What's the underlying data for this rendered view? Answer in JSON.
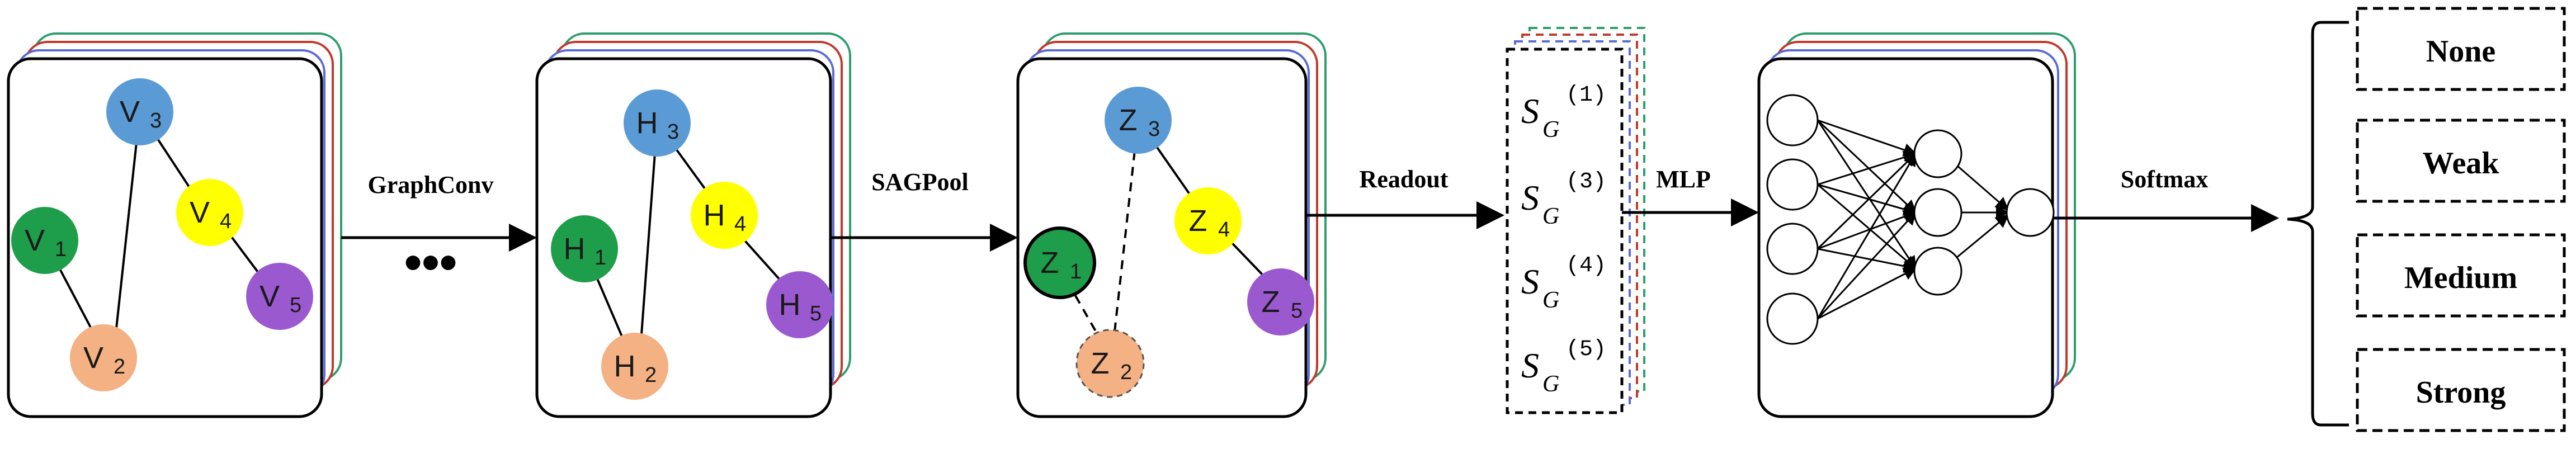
{
  "graph_panels": [
    {
      "nodes": [
        {
          "main": "V",
          "sub": "3",
          "color": "#5b9bd5"
        },
        {
          "main": "V",
          "sub": "1",
          "color": "#1e9e4a"
        },
        {
          "main": "V",
          "sub": "4",
          "color": "#ffff00"
        },
        {
          "main": "V",
          "sub": "5",
          "color": "#9b59d0"
        },
        {
          "main": "V",
          "sub": "2",
          "color": "#f4b183"
        }
      ]
    },
    {
      "nodes": [
        {
          "main": "H",
          "sub": "3",
          "color": "#5b9bd5"
        },
        {
          "main": "H",
          "sub": "1",
          "color": "#1e9e4a"
        },
        {
          "main": "H",
          "sub": "4",
          "color": "#ffff00"
        },
        {
          "main": "H",
          "sub": "5",
          "color": "#9b59d0"
        },
        {
          "main": "H",
          "sub": "2",
          "color": "#f4b183"
        }
      ]
    },
    {
      "nodes": [
        {
          "main": "Z",
          "sub": "3",
          "color": "#5b9bd5"
        },
        {
          "main": "Z",
          "sub": "1",
          "color": "#1e9e4a"
        },
        {
          "main": "Z",
          "sub": "4",
          "color": "#ffff00"
        },
        {
          "main": "Z",
          "sub": "5",
          "color": "#9b59d0"
        },
        {
          "main": "Z",
          "sub": "2",
          "color": "#f4b183"
        }
      ]
    }
  ],
  "operations": {
    "graphconv": "GraphConv",
    "ellipsis": "•••",
    "sagpool": "SAGPool",
    "readout": "Readout",
    "mlp": "MLP",
    "softmax": "Softmax"
  },
  "readout_vectors": [
    {
      "main": "S",
      "sub": "G",
      "sup": "(1)"
    },
    {
      "main": "S",
      "sub": "G",
      "sup": "(3)"
    },
    {
      "main": "S",
      "sub": "G",
      "sup": "(4)"
    },
    {
      "main": "S",
      "sub": "G",
      "sup": "(5)"
    }
  ],
  "classes": [
    "None",
    "Weak",
    "Medium",
    "Strong"
  ],
  "stack_colors": [
    "#2e9e6e",
    "#c0392b",
    "#5b6bd5"
  ]
}
